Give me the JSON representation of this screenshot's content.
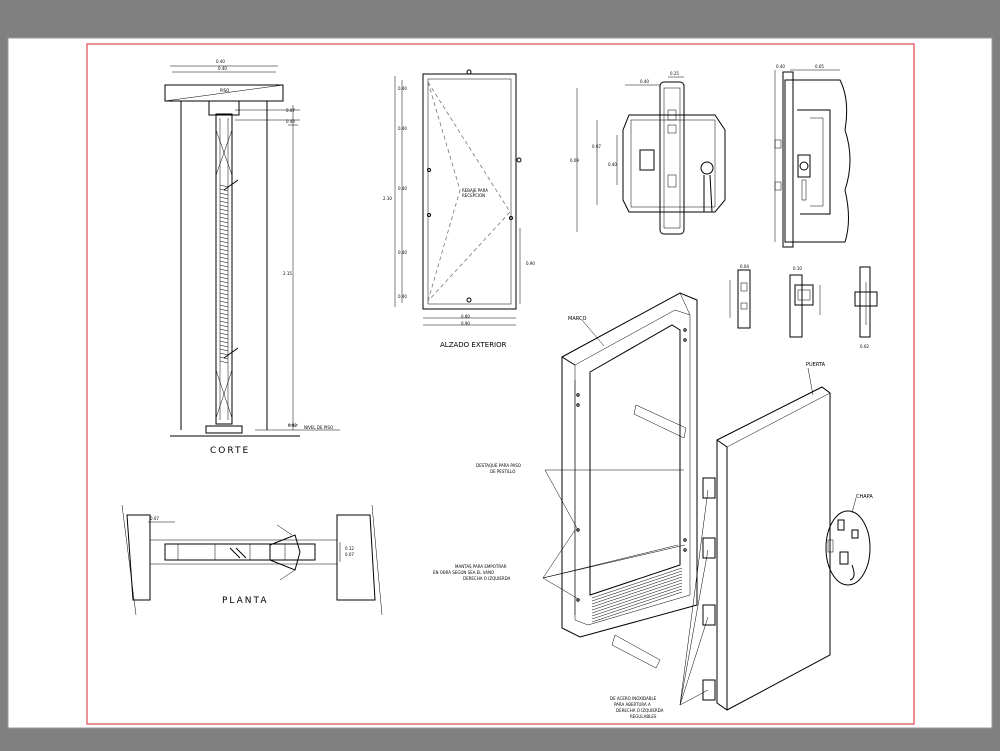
{
  "titles": {
    "corte": "CORTE",
    "planta": "PLANTA",
    "alzado": "ALZADO EXTERIOR"
  },
  "labels": {
    "marco": "MARCO",
    "puerta": "PUERTA",
    "chapa": "CHAPA",
    "rebaje_1": "REBAJE PARA",
    "rebaje_2": "RECEPCION",
    "destaque_1": "DESTAQUE PARA PASO",
    "destaque_2": "DE PESTILLO",
    "mantas_1": "MANTAS PARA EMPOTRAR",
    "mantas_2": "EN OBRA SEGUN SEA EL VANO",
    "mantas_3": "DERECHA O IZQUIERDA",
    "bisagras_1": "DE ACERO INOXIDABLE",
    "bisagras_2": "PARA ABERTURA A",
    "bisagras_3": "DERECHA O IZQUIERDA",
    "bisagras_4": "REGULABLES",
    "nivel": "NIVEL DE PISO",
    "piso": "PISO"
  },
  "colors": {
    "background": "#808080",
    "sheet": "#ffffff",
    "border": "#e0474c",
    "ink": "#000000"
  }
}
